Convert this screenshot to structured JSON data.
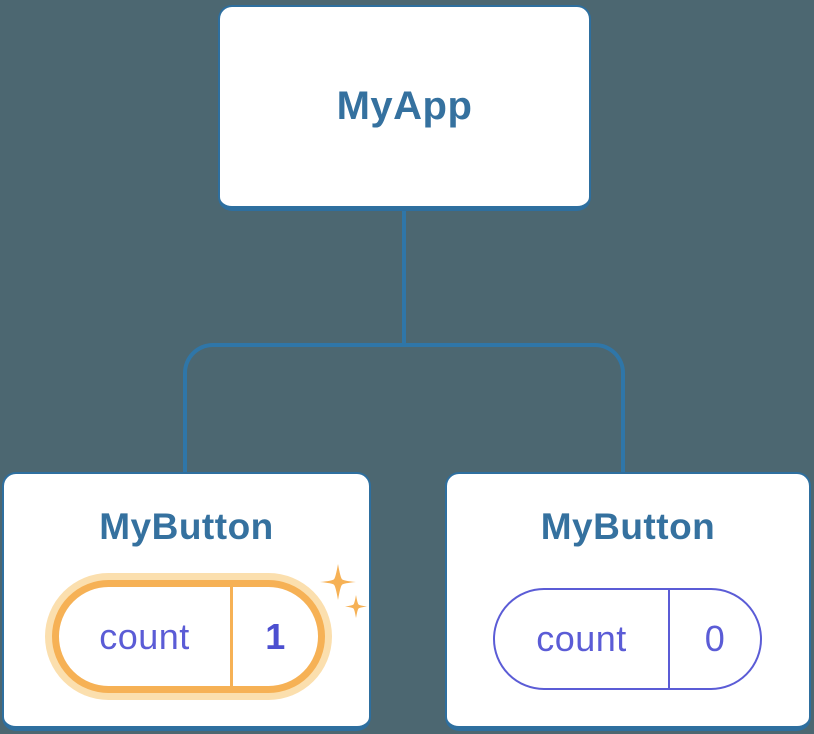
{
  "diagram": {
    "root": {
      "label": "MyApp"
    },
    "children": [
      {
        "label": "MyButton",
        "state": {
          "key": "count",
          "value": "1"
        },
        "highlighted": true
      },
      {
        "label": "MyButton",
        "state": {
          "key": "count",
          "value": "0"
        },
        "highlighted": false
      }
    ]
  },
  "icons": {
    "sparkle": "sparkle-icon"
  },
  "colors": {
    "background": "#4c6771",
    "node_fill": "#ffffff",
    "node_border": "#2e6f9f",
    "node_title_text": "#35719f",
    "connector": "#2f76a8",
    "highlight_orange": "#f6b155",
    "highlight_halo": "#fbdfae",
    "state_purple": "#5b5cd6",
    "state_value_highlight": "#4c4fd0"
  }
}
